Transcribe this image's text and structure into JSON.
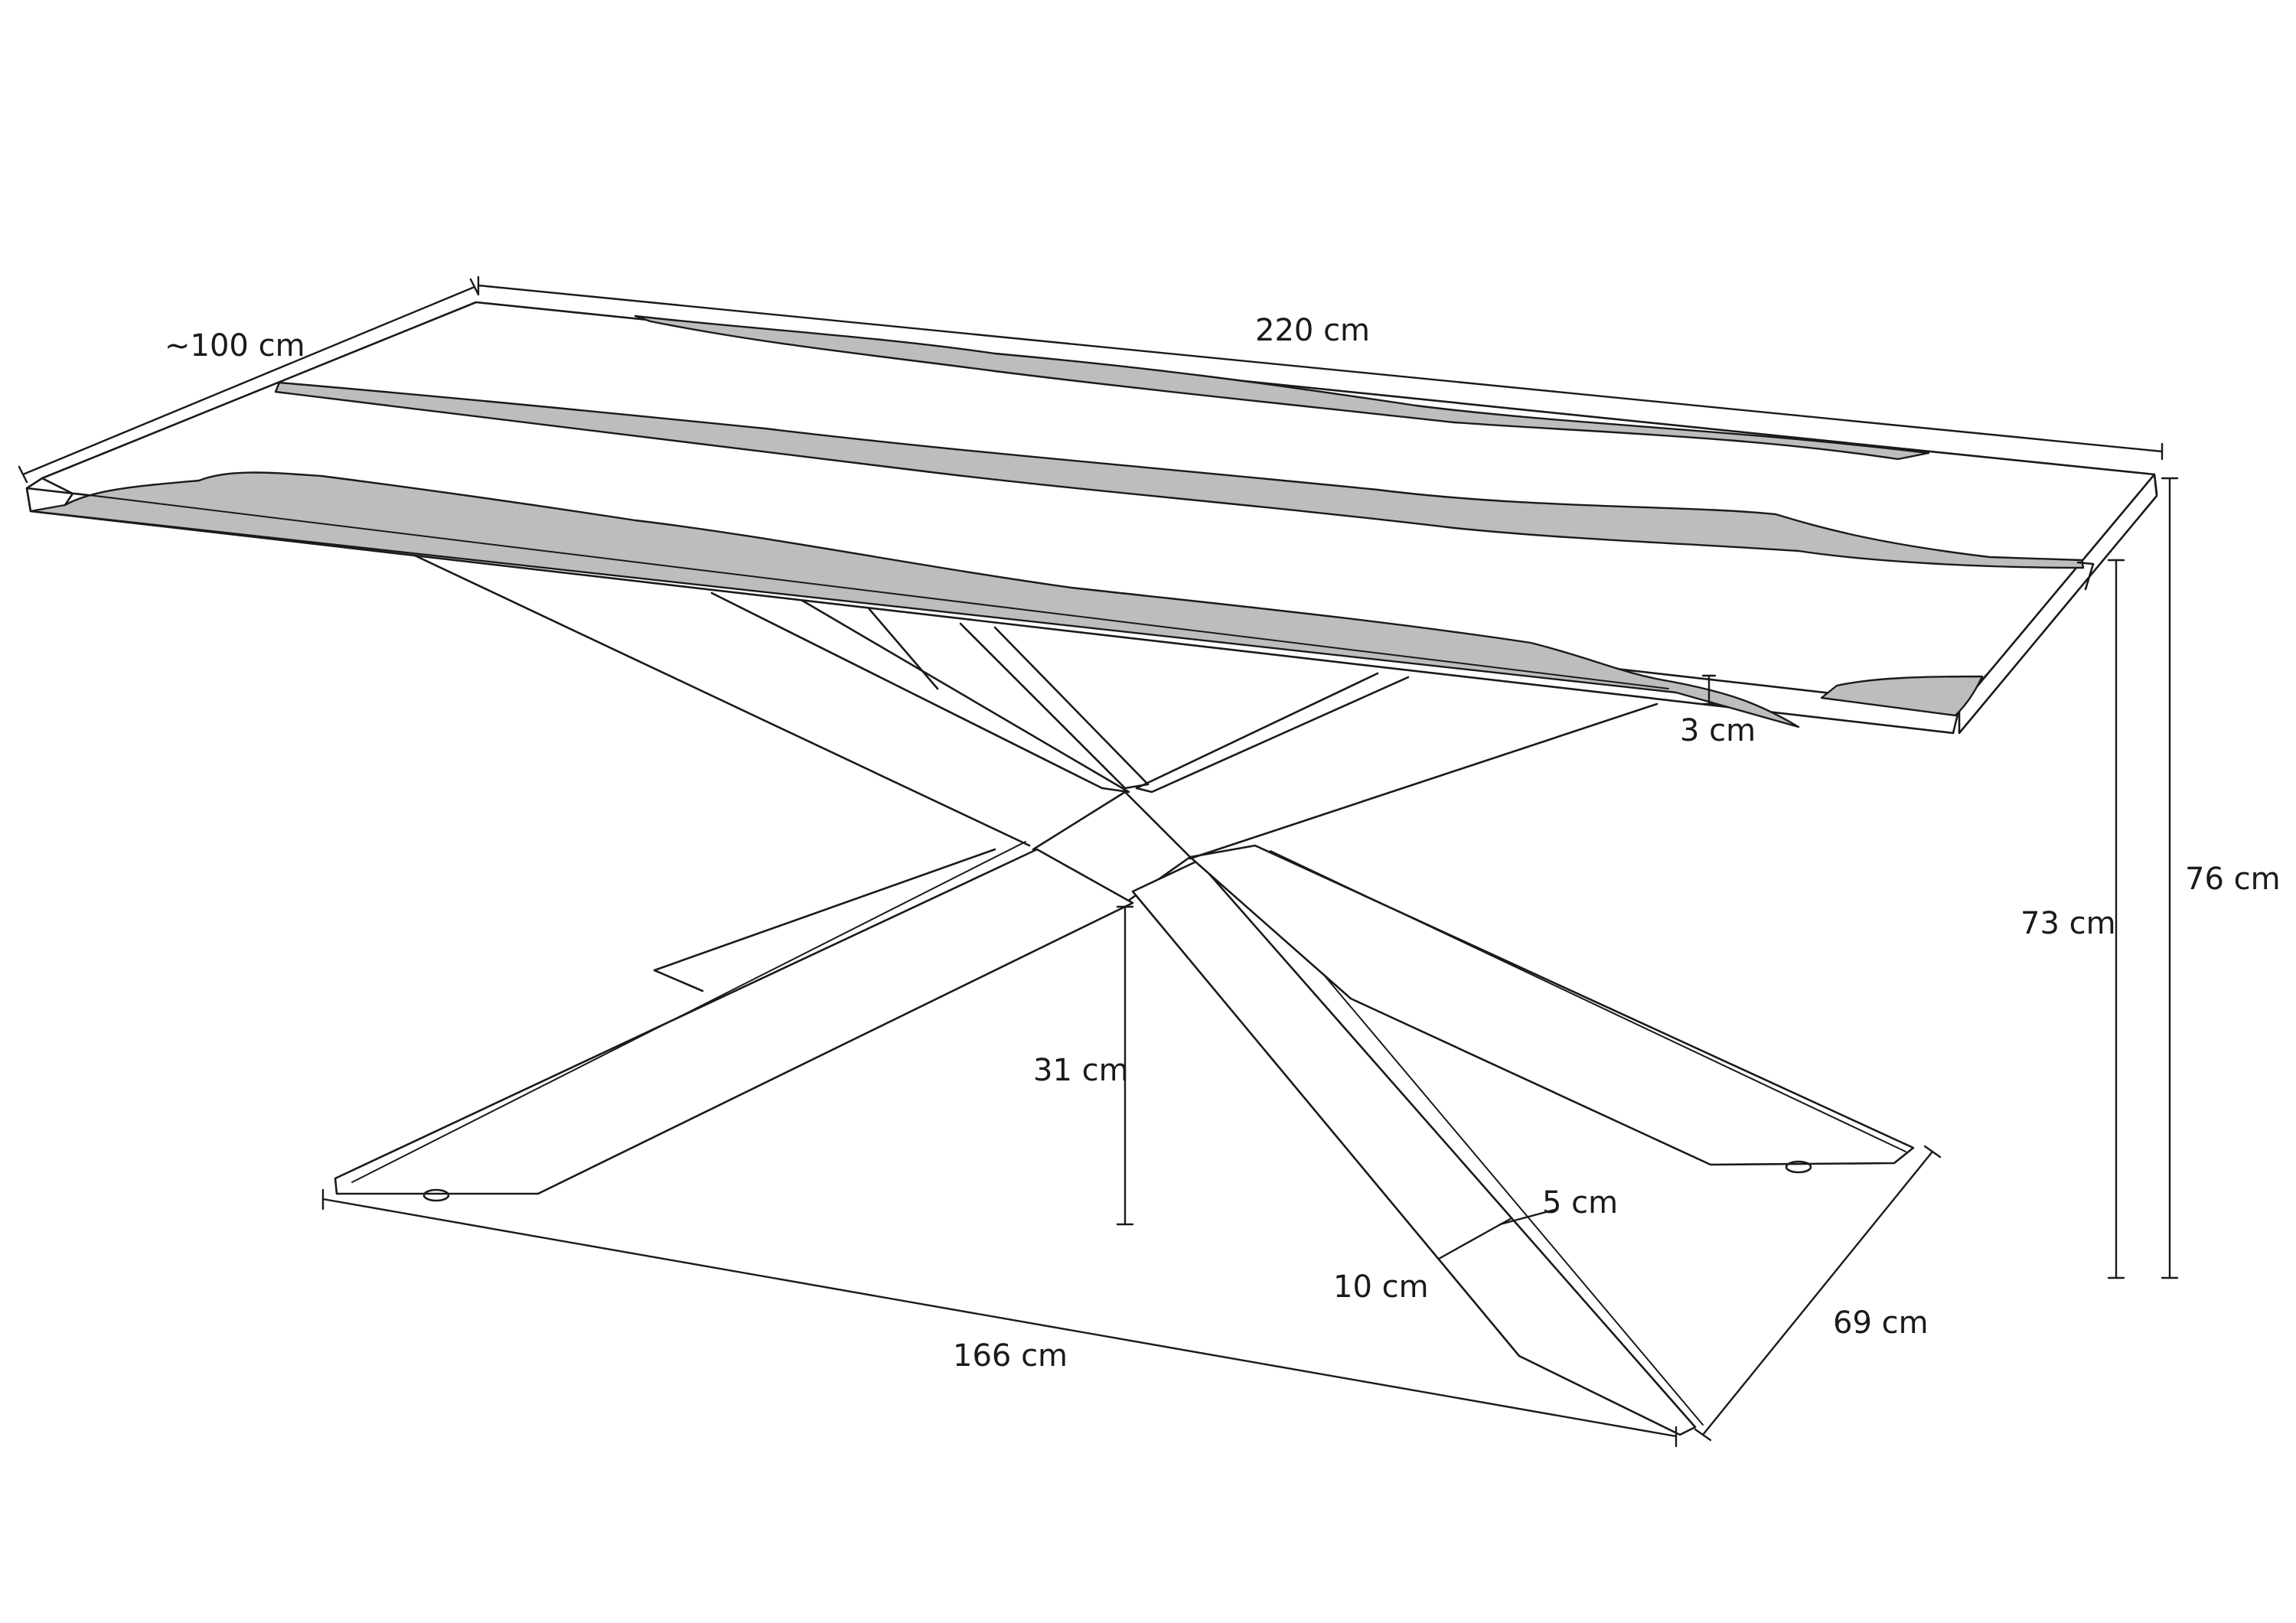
{
  "dimensions": {
    "width": "~100 cm",
    "length": "220 cm",
    "top_thickness": "3 cm",
    "total_height": "76 cm",
    "leg_height": "73 cm",
    "leg_clearance": "31 cm",
    "leg_thickness": "5 cm",
    "leg_width": "10 cm",
    "base_length": "166 cm",
    "base_depth": "69 cm"
  },
  "colors": {
    "line": "#1a1a1a",
    "resin": "#bdbdbd",
    "background": "#ffffff"
  }
}
